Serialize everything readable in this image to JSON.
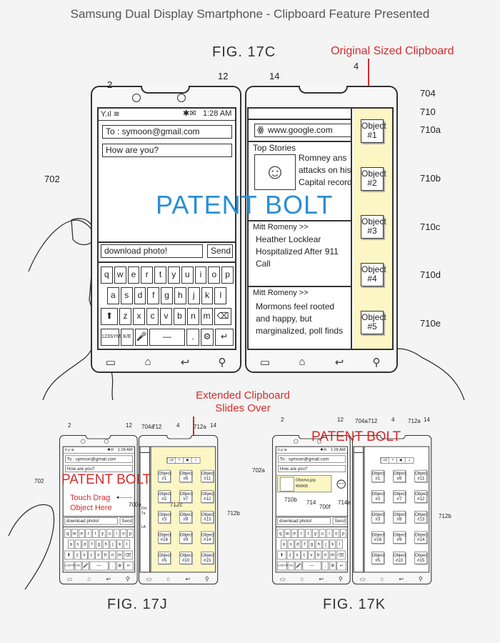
{
  "title": "Samsung Dual Display Smartphone - Clipboard Feature Presented",
  "fig17c": {
    "label": "FIG. 17C",
    "annotation": "Original Sized Clipboard",
    "watermark": "PATENT BOLT",
    "refs": [
      "2",
      "12",
      "14",
      "4",
      "704",
      "710",
      "710a",
      "710b",
      "710c",
      "710d",
      "710e",
      "702"
    ]
  },
  "fig17j": {
    "label": "FIG. 17J",
    "annotation_line1": "Extended Clipboard",
    "annotation_line2": "Slides Over",
    "watermark": "PATENT BOLT",
    "hint_line1": "Touch Drag",
    "hint_line2": "Object Here",
    "browser_fragments": [
      "Oct",
      "7a",
      "LA"
    ],
    "refs": [
      "2",
      "12",
      "704a",
      "712",
      "4",
      "712a",
      "14",
      "702",
      "700e",
      "712c",
      "712b"
    ]
  },
  "fig17k": {
    "label": "FIG. 17K",
    "watermark": "PATENT BOLT",
    "attachment": {
      "name": "Obama.jpg",
      "size": "456KB"
    },
    "refs": [
      "2",
      "12",
      "704a",
      "712",
      "4",
      "712a",
      "14",
      "702a",
      "710b",
      "714",
      "700f",
      "714a",
      "712b"
    ]
  },
  "phone": {
    "status_signal": "Y.ıl ≋",
    "status_icons": "✱✉",
    "status_time": "1:28 AM",
    "to_field": "To : symoon@gmail.com",
    "body_field": "How are you?",
    "message_input": "download photo!",
    "send_label": "Send",
    "keys": {
      "row1": [
        "q",
        "w",
        "e",
        "r",
        "t",
        "y",
        "u",
        "i",
        "o",
        "p"
      ],
      "row2": [
        "a",
        "s",
        "d",
        "f",
        "g",
        "h",
        "j",
        "k",
        "l"
      ],
      "row3": [
        "⬆",
        "z",
        "x",
        "c",
        "v",
        "b",
        "n",
        "m",
        "⌫"
      ],
      "row4": [
        "123SYM",
        "K/E",
        "🎤",
        "—",
        ".",
        "⚙",
        "↵"
      ]
    },
    "nav": [
      "▭",
      "⌂",
      "↩",
      "⚲"
    ]
  },
  "browser": {
    "url": "www.google.com",
    "url_icon": "google-icon",
    "section": "Top Stories",
    "stories": [
      {
        "source": "",
        "lines": [
          "Romney ans",
          "attacks on his",
          "Capital record"
        ]
      },
      {
        "source": "Mitt Romeny >>",
        "lines": [
          "Heather Locklear",
          "Hospitalized After 911",
          "Call"
        ]
      },
      {
        "source": "Mitt Romeny >>",
        "lines": [
          "Mormons feel rooted",
          "and happy, but",
          "marginalized, poll finds"
        ]
      }
    ]
  },
  "clipboard_original": {
    "color": "#fbf6c4",
    "objects": [
      [
        "Object",
        "#1"
      ],
      [
        "Object",
        "#2"
      ],
      [
        "Object",
        "#3"
      ],
      [
        "Object",
        "#4"
      ],
      [
        "Object",
        "#5"
      ]
    ]
  },
  "clipboard_extended": {
    "color": "#fbf6c4",
    "tabs": [
      "All",
      "T",
      "▣",
      "♫"
    ],
    "grid": [
      [
        [
          "Object",
          "#1"
        ],
        [
          "Object",
          "#6"
        ],
        [
          "Object",
          "#11"
        ]
      ],
      [
        [
          "Object",
          "#2"
        ],
        [
          "Object",
          "#7"
        ],
        [
          "Object",
          "#12"
        ]
      ],
      [
        [
          "Object",
          "#3"
        ],
        [
          "Object",
          "#8"
        ],
        [
          "Object",
          "#13"
        ]
      ],
      [
        [
          "Object",
          "#16"
        ],
        [
          "Object",
          "#9"
        ],
        [
          "Object",
          "#14"
        ]
      ],
      [
        [
          "Object",
          "#5"
        ],
        [
          "Object",
          "#10"
        ],
        [
          "Object",
          "#15"
        ]
      ]
    ]
  }
}
